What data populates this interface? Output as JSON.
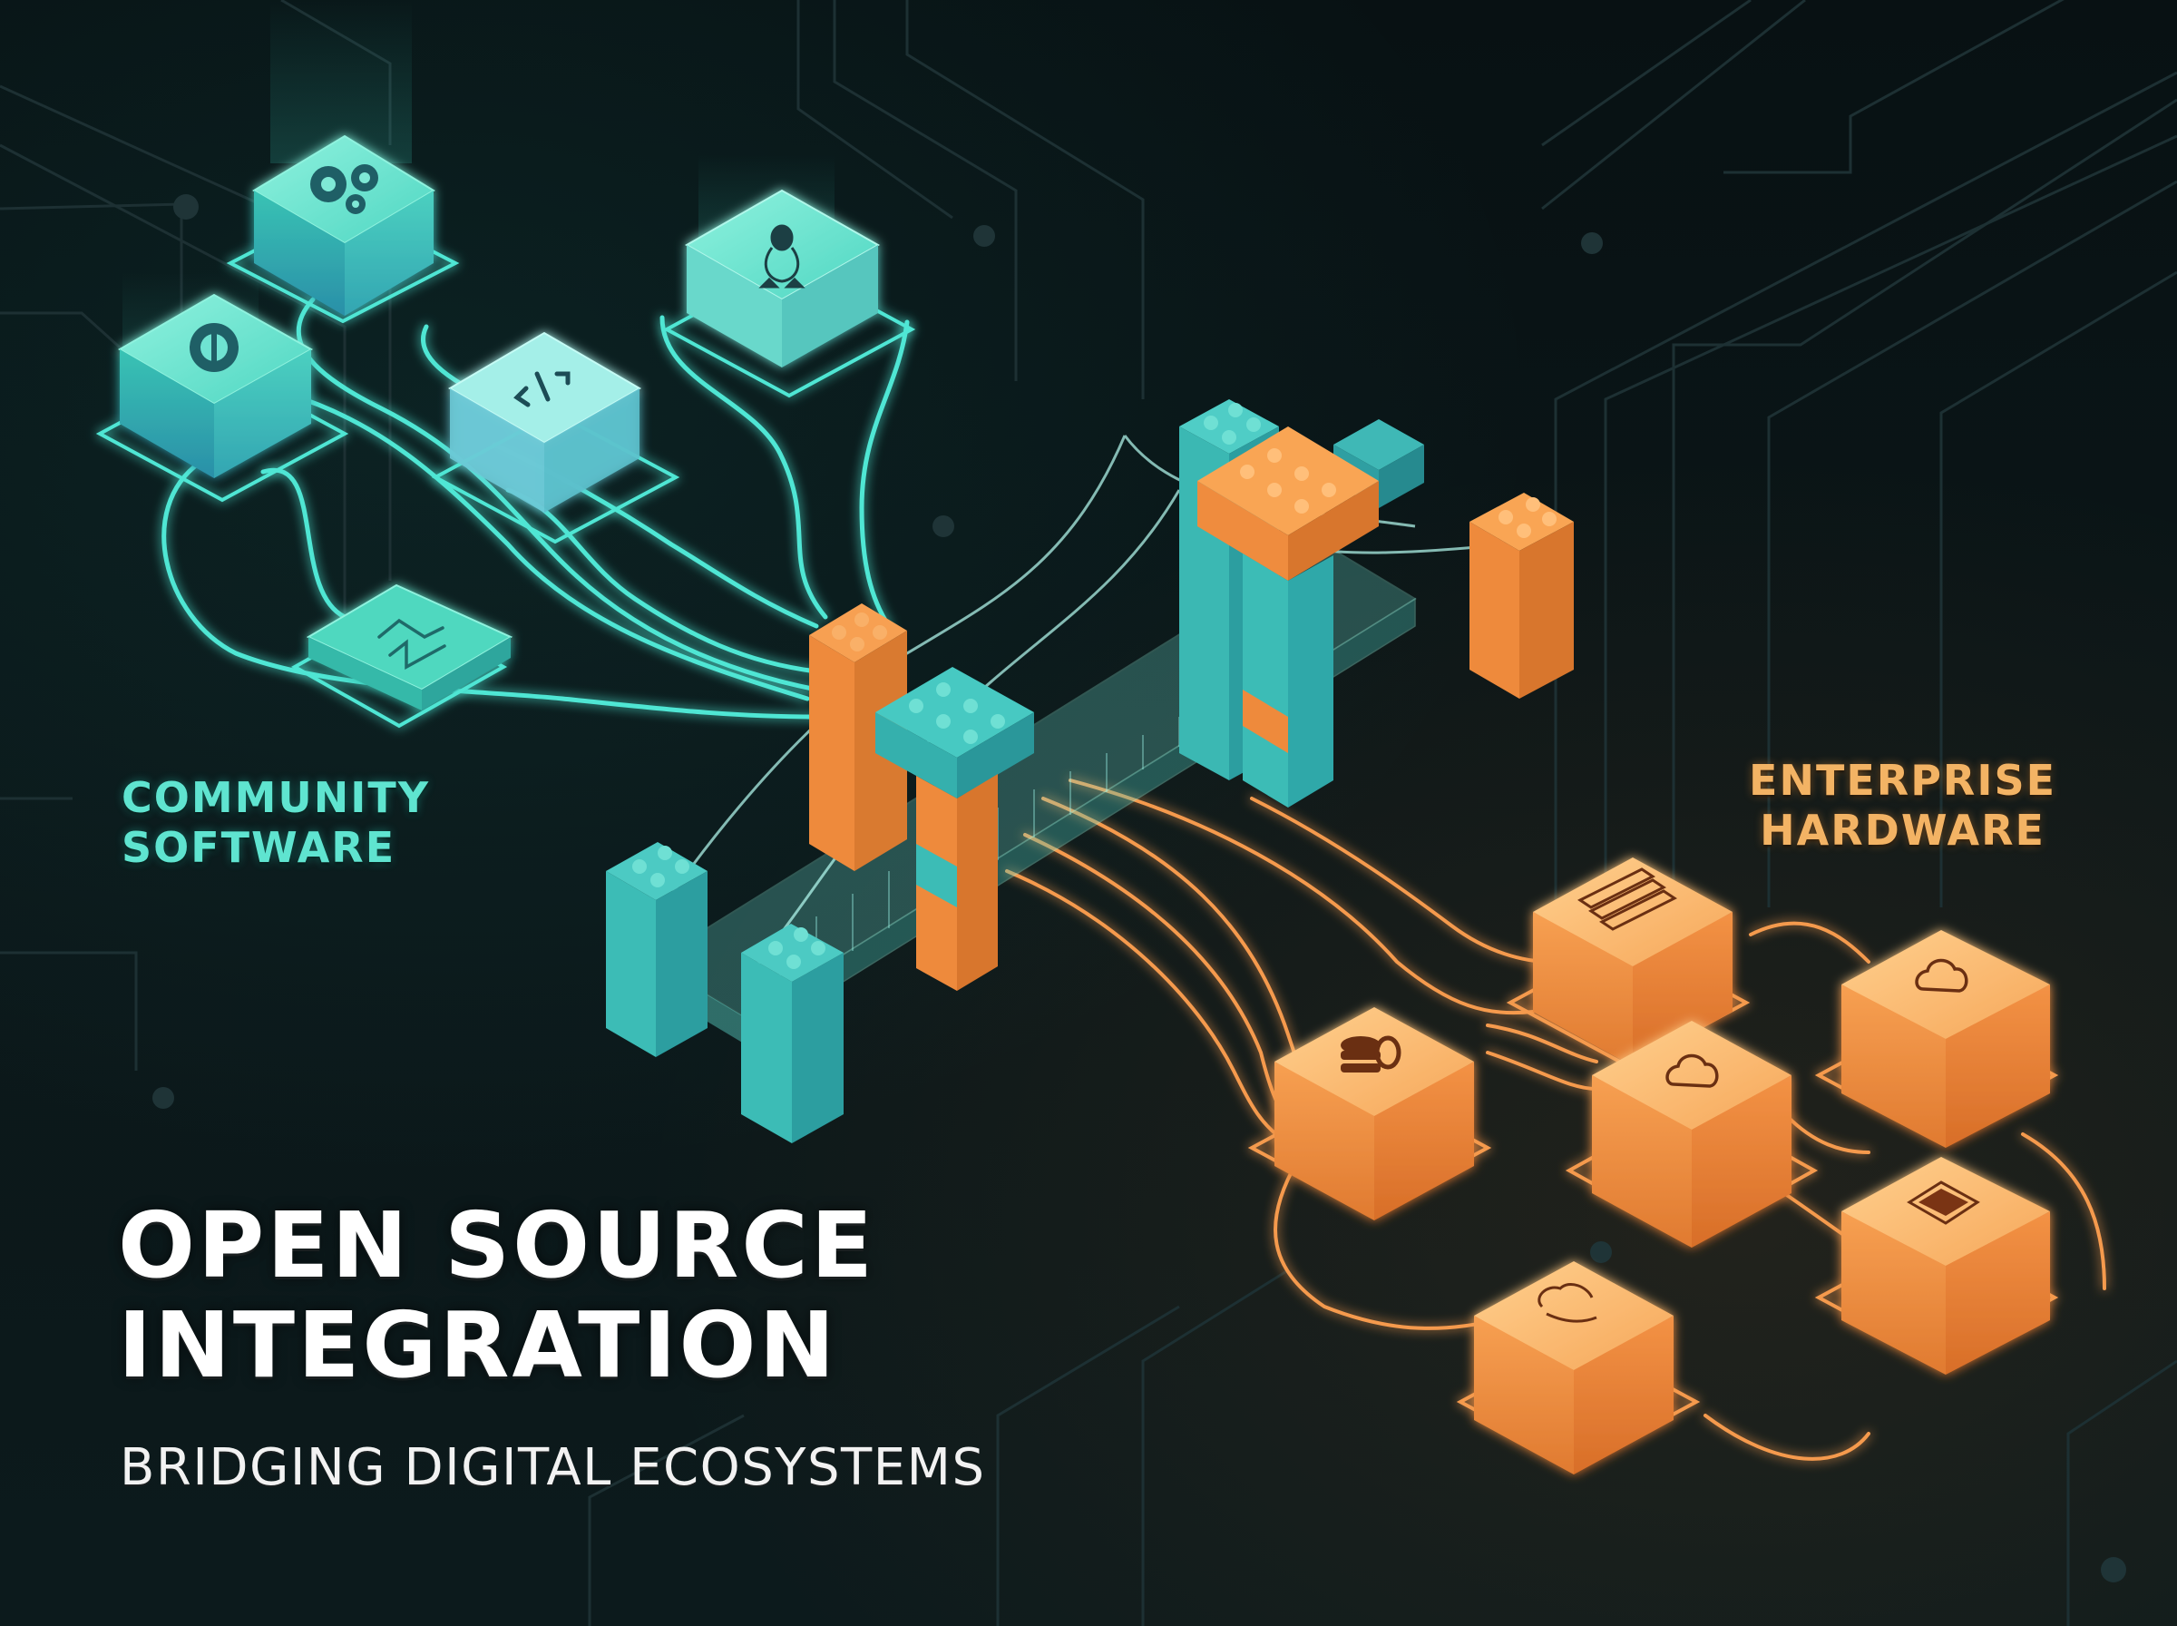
{
  "title": {
    "line1": "OPEN SOURCE",
    "line2": "INTEGRATION"
  },
  "subtitle": "BRIDGING DIGITAL ECOSYSTEMS",
  "left_group": {
    "label_line1": "COMMUNITY",
    "label_line2": "SOFTWARE",
    "color": "#3fd9c4",
    "nodes": [
      {
        "icon": "gears-icon"
      },
      {
        "icon": "linux-penguin-icon"
      },
      {
        "icon": "settings-cog-icon"
      },
      {
        "icon": "code-brackets-icon"
      },
      {
        "icon": "git-branch-icon"
      }
    ]
  },
  "right_group": {
    "label_line1": "ENTERPRISE",
    "label_line2": "HARDWARE",
    "color": "#f08a3a",
    "nodes": [
      {
        "icon": "server-rack-icon"
      },
      {
        "icon": "cloud-icon"
      },
      {
        "icon": "database-icon"
      },
      {
        "icon": "cloud-icon"
      },
      {
        "icon": "cloud-storage-icon"
      },
      {
        "icon": "cpu-chip-icon"
      }
    ]
  },
  "center": {
    "element": "building-block-bridge",
    "colors": {
      "teal": "#2fb3b0",
      "orange": "#f08a3a"
    }
  },
  "background_color": "#0a1416"
}
